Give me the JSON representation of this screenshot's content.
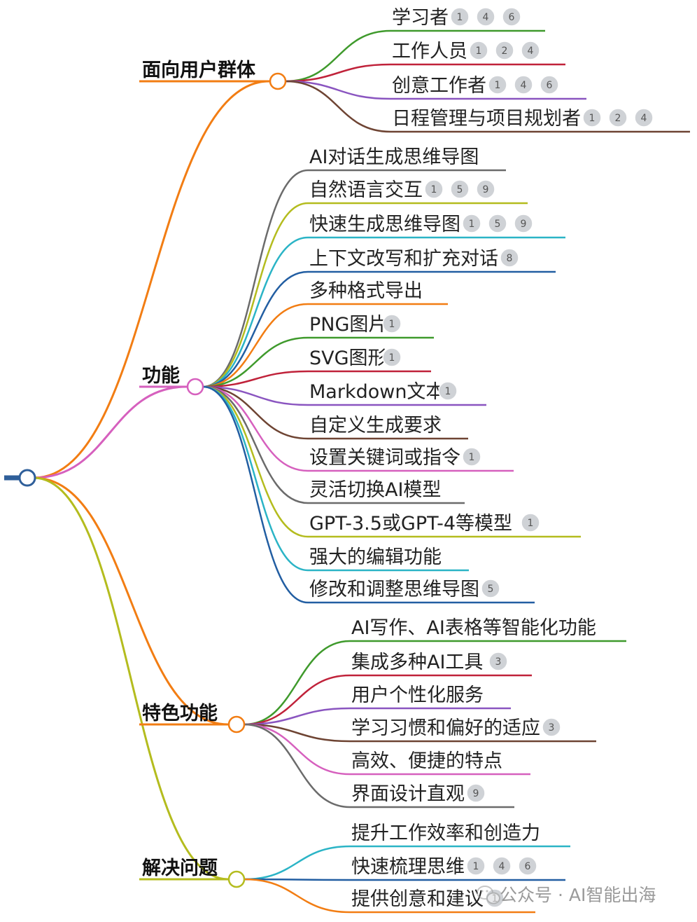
{
  "colors": {
    "root": "#2f5f9a",
    "badge_fill": "#cfd2d6",
    "badge_stroke": "#ffffff",
    "palette": {
      "green": "#3f9a2c",
      "red": "#c0223a",
      "purple": "#8a55c0",
      "brown": "#6e4433",
      "gray": "#6b6b6b",
      "olive": "#b4bc1e",
      "cyan": "#2bb4c6",
      "blue": "#225ea2",
      "orange": "#f27d13",
      "pink": "#d660be"
    }
  },
  "branches": [
    {
      "label": "面向用户群体",
      "color": "orange",
      "children": [
        {
          "label": "学习者",
          "color": "green",
          "badges": [
            "1",
            "4",
            "6"
          ]
        },
        {
          "label": "工作人员",
          "color": "red",
          "badges": [
            "1",
            "2",
            "4"
          ]
        },
        {
          "label": "创意工作者",
          "color": "purple",
          "badges": [
            "1",
            "4",
            "6"
          ]
        },
        {
          "label": "日程管理与项目规划者",
          "color": "brown",
          "badges": [
            "1",
            "2",
            "4"
          ]
        }
      ]
    },
    {
      "label": "功能",
      "color": "pink",
      "children": [
        {
          "label": "AI对话生成思维导图",
          "color": "gray",
          "badges": []
        },
        {
          "label": "自然语言交互",
          "color": "olive",
          "badges": [
            "1",
            "5",
            "9"
          ]
        },
        {
          "label": "快速生成思维导图",
          "color": "cyan",
          "badges": [
            "1",
            "5",
            "9"
          ]
        },
        {
          "label": "上下文改写和扩充对话",
          "color": "blue",
          "badges": [
            "8"
          ]
        },
        {
          "label": "多种格式导出",
          "color": "orange",
          "badges": []
        },
        {
          "label": "PNG图片",
          "color": "green",
          "badges": [
            "1"
          ]
        },
        {
          "label": "SVG图形",
          "color": "red",
          "badges": [
            "1"
          ]
        },
        {
          "label": "Markdown文本",
          "color": "purple",
          "badges": [
            "1"
          ]
        },
        {
          "label": "自定义生成要求",
          "color": "brown",
          "badges": []
        },
        {
          "label": "设置关键词或指令",
          "color": "pink",
          "badges": [
            "1"
          ]
        },
        {
          "label": "灵活切换AI模型",
          "color": "gray",
          "badges": []
        },
        {
          "label": "GPT-3.5或GPT-4等模型",
          "color": "olive",
          "badges": [
            "1"
          ]
        },
        {
          "label": "强大的编辑功能",
          "color": "cyan",
          "badges": []
        },
        {
          "label": "修改和调整思维导图",
          "color": "blue",
          "badges": [
            "5"
          ]
        }
      ]
    },
    {
      "label": "特色功能",
      "color": "orange",
      "children": [
        {
          "label": "AI写作、AI表格等智能化功能",
          "color": "green",
          "badges": []
        },
        {
          "label": "集成多种AI工具",
          "color": "red",
          "badges": [
            "3"
          ]
        },
        {
          "label": "用户个性化服务",
          "color": "purple",
          "badges": []
        },
        {
          "label": "学习习惯和偏好的适应",
          "color": "brown",
          "badges": [
            "3"
          ]
        },
        {
          "label": "高效、便捷的特点",
          "color": "pink",
          "badges": []
        },
        {
          "label": "界面设计直观",
          "color": "gray",
          "badges": [
            "9"
          ]
        }
      ]
    },
    {
      "label": "解决问题",
      "color": "olive",
      "children": [
        {
          "label": "提升工作效率和创造力",
          "color": "cyan",
          "badges": []
        },
        {
          "label": "快速梳理思维",
          "color": "blue",
          "badges": [
            "1",
            "4",
            "6"
          ]
        },
        {
          "label": "提供创意和建议",
          "color": "orange",
          "badges": [
            "1"
          ]
        }
      ]
    }
  ],
  "watermark": {
    "icon": "wechat-icon",
    "text": "公众号 · AI智能出海"
  }
}
